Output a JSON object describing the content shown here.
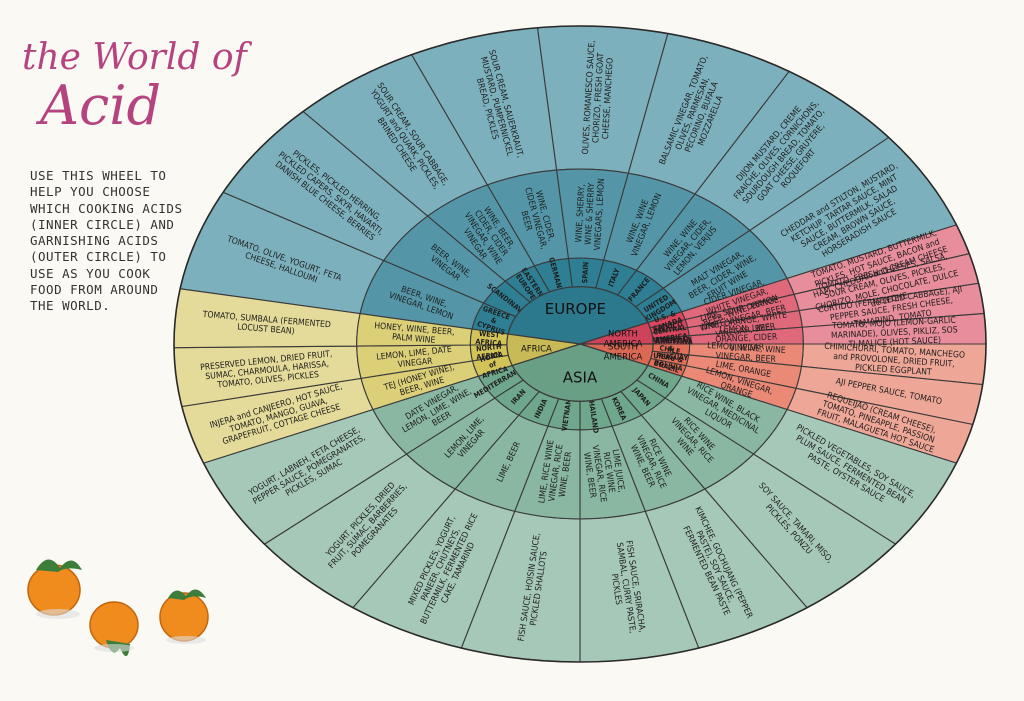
{
  "title": {
    "line1": "the World of",
    "line2": "Acid"
  },
  "instructions": "USE THIS WHEEL to HELP YOU CHOOSE WHICH COOKING ACIDS (INNER CIRCLE) and GARNISHING ACIDS (OUTER CIRCLE) to USE AS YOU COOK FOOD from AROUND THE WORLD.",
  "colors": {
    "europe": "#2e7f94",
    "north_america": "#d9475e",
    "south_america": "#e46f58",
    "asia": "#6fa78c",
    "africa": "#d3c45a"
  },
  "continents": [
    {
      "key": "europe",
      "label": "EUROPE",
      "start": 190,
      "end": 338
    },
    {
      "key": "north_america",
      "label": "NORTH AMERICA",
      "start": 338,
      "end": 360
    },
    {
      "key": "south_america",
      "label": "SOUTH AMERICA",
      "start": 0,
      "end": 22
    },
    {
      "key": "asia",
      "label": "ASIA",
      "start": 22,
      "end": 158
    },
    {
      "key": "africa",
      "label": "AFRICA",
      "start": 158,
      "end": 190
    }
  ],
  "regions": [
    {
      "continent": "europe",
      "name": "GREECE & CYPRUS",
      "cooking": "BEER, WINE, VINEGAR, LEMON",
      "garnish": "TOMATO, OLIVE, YOGURT, FETA CHEESE, HALLOUMI"
    },
    {
      "continent": "europe",
      "name": "SCANDINAVIA",
      "cooking": "BEER, WINE, VINEGAR",
      "garnish": "PICKLES, PICKLED HERRING, PICKLED CAPERS, SKYR, HAVARTI, DANISH BLUE CHEESE, BERRIES"
    },
    {
      "continent": "europe",
      "name": "EASTERN EUROPE",
      "cooking": "WINE, BEER, CIDER, CIDER VINEGAR, WINE VINEGAR",
      "garnish": "SOUR CREAM, SOUR CABBAGE, YOGURT and QUARK, PICKLES, BRINED CHEESE"
    },
    {
      "continent": "europe",
      "name": "GERMANY",
      "cooking": "WINE, CIDER, CIDER VINEGAR, BEER",
      "garnish": "SOUR CREAM, SAUERKRAUT, MUSTARD, PUMPERNICKEL BREAD, PICKLES"
    },
    {
      "continent": "europe",
      "name": "SPAIN",
      "cooking": "WINE, SHERRY, WINE & SHERRY VINEGARS, LEMON",
      "garnish": "OLIVES, ROMANESCO SAUCE, CHORIZO, FRESH GOAT CHEESE, MANCHEGO"
    },
    {
      "continent": "europe",
      "name": "ITALY",
      "cooking": "WINE, WINE VINEGAR, LEMON",
      "garnish": "BALSAMIC VINEGAR, TOMATO, OLIVES, PARMESAN, PECORINO, BUFALA MOZZARELLA"
    },
    {
      "continent": "europe",
      "name": "FRANCE",
      "cooking": "WINE, WINE VINEGAR, CIDER, LEMON, VERJUS",
      "garnish": "DIJON MUSTARD, CREME FRAICHE, OLIVES, CORNICHONS, SOURDOUGH BREAD, TOMATO, GOAT CHEESE, GRUYERE, ROQUEFORT"
    },
    {
      "continent": "europe",
      "name": "UNITED KINGDOM",
      "cooking": "MALT VINEGAR, BEER, CIDER, WINE, FRUIT WINE",
      "garnish": "CHEDDAR and STILTON, MUSTARD, KETCHUP, TARTAR SAUCE, MINT SAUCE, BUTTERMILK, SALAD CREAM, BROWN SAUCE, HORSERADISH SAUCE"
    },
    {
      "continent": "north_america",
      "name": "U.S. & CANADA",
      "cooking": "CIDER VINEGAR, WHITE VINEGAR, BEER, WINE, LEMON",
      "garnish": "TOMATO, MUSTARD, BUTTERMILK, PICKLES, HOT SAUCE, BACON and HAM, CHEDDAR and CREAM CHEESE"
    },
    {
      "continent": "north_america",
      "name": "MEXICO",
      "cooking": "LIME, SOUR ORANGE, WHITE VINEGAR, BEER",
      "garnish": "TOMATO, FRESH CHEESES, SALSA, SOUR CREAM, OLIVES, PICKLES, CHORIZO, MOLE, CHOCOLATE, DULCE de LECHE"
    },
    {
      "continent": "north_america",
      "name": "CENTRAL AMERICA",
      "cooking": "LIME, ORANGE, WHITE VINEGAR, BEER",
      "garnish": "CURTIDO (FERMENTED CABBAGE), AJI PEPPER SAUCE, FRESH CHEESE, TAMARIND, TOMATO"
    },
    {
      "continent": "north_america",
      "name": "CARIBBEAN",
      "cooking": "LEMON, LIME, ORANGE, CIDER VINEGAR",
      "garnish": "TOMATO, MOJO (LEMON-GARLIC MARINADE), OLIVES, PIKLIZ, SOS TI-MALICE (HOT SAUCE)"
    },
    {
      "continent": "south_america",
      "name": "ARGENTINA & URUGUAY",
      "cooking": "LEMON, WINE, WINE VINEGAR, BEER",
      "garnish": "CHIMICHURRI, TOMATO, MANCHEGO and PROVOLONE, DRIED FRUIT, PICKLED EGGPLANT"
    },
    {
      "continent": "south_america",
      "name": "CHILE, PERU & BOLIVIA",
      "cooking": "LIME, ORANGE",
      "garnish": "AJI PEPPER SAUCE, TOMATO"
    },
    {
      "continent": "south_america",
      "name": "BRAZIL",
      "cooking": "LEMON, VINEGAR, ORANGE",
      "garnish": "REQUEIJAO (CREAM CHEESE), TOMATO, PINEAPPLE, PASSION FRUIT, MALAGUETA HOT SAUCE"
    },
    {
      "continent": "asia",
      "name": "CHINA",
      "cooking": "RICE WINE, BLACK VINEGAR, MEDICINAL LIQUOR",
      "garnish": "PICKLED VEGETABLES, SOY SAUCE, PLUM SAUCE, FERMENTED BEAN PASTE, OYSTER SAUCE"
    },
    {
      "continent": "asia",
      "name": "JAPAN",
      "cooking": "RICE WINE VINEGAR, RICE WINE",
      "garnish": "SOY SAUCE, TAMARI, MISO, PICKLES, PONZU"
    },
    {
      "continent": "asia",
      "name": "KOREA",
      "cooking": "RICE WINE VINEGAR, RICE WINE, BEER",
      "garnish": "KIMCHEE, GOCHUJANG (PEPPER PASTE), SOY SAUCE, FERMENTED BEAN PASTE"
    },
    {
      "continent": "asia",
      "name": "THAILAND",
      "cooking": "LIME JUICE, RICE WINE VINEGAR, RICE WINE, BEER",
      "garnish": "FISH SAUCE, SRIRACHA, SAMBAL, CURRY PASTE, PICKLES"
    },
    {
      "continent": "asia",
      "name": "VIETNAM",
      "cooking": "LIME, RICE WINE VINEGAR, RICE WINE, BEER",
      "garnish": "FISH SAUCE, HOISIN SAUCE, PICKLED SHALLOTS"
    },
    {
      "continent": "asia",
      "name": "INDIA",
      "cooking": "LIME, BEER",
      "garnish": "MIXED PICKLES, YOGURT, PANEER, CHUTNEYS, BUTTERMILK, FERMENTED RICE CAKE, TAMARIND"
    },
    {
      "continent": "asia",
      "name": "IRAN",
      "cooking": "LEMON, LIME, VINEGAR",
      "garnish": "YOGURT, PICKLES, DRIED FRUIT, SUMAC, BARBERRIES, POMEGRANATES"
    },
    {
      "continent": "asia",
      "name": "MEDITERRANEAN",
      "cooking": "DATE VINEGAR, LEMON, LIME, WINE, BEER",
      "garnish": "YOGURT, LABNEH, FETA CHEESE, PEPPER SAUCE, POMEGRANATES, PICKLES, SUMAC"
    },
    {
      "continent": "africa",
      "name": "HORN of AFRICA",
      "cooking": "TEJ (HONEY WINE), BEER, WINE",
      "garnish": "INJERA and CANJEERO, HOT SAUCE, TOMATO, MANGO, GUAVA, GRAPEFRUIT, COTTAGE CHEESE"
    },
    {
      "continent": "africa",
      "name": "NORTH AFRICA",
      "cooking": "LEMON, LIME, DATE VINEGAR",
      "garnish": "PRESERVED LEMON, DRIED FRUIT, SUMAC, CHARMOULA, HARISSA, TOMATO, OLIVES, PICKLES"
    },
    {
      "continent": "africa",
      "name": "WEST AFRICA",
      "cooking": "HONEY, WINE, BEER, PALM WINE",
      "garnish": "TOMATO, SUMBALA (FERMENTED LOCUST BEAN)"
    }
  ]
}
